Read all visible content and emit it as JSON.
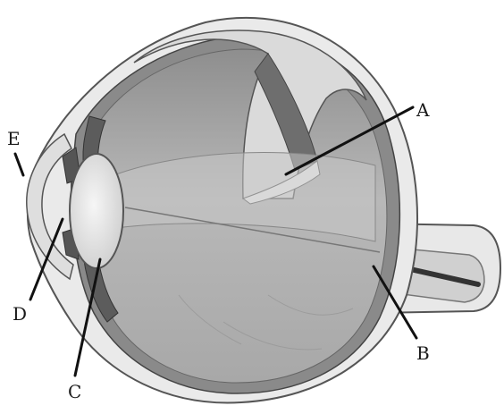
{
  "labels": {
    "A": "A",
    "B": "B",
    "C": "C",
    "D": "D",
    "E": "E"
  },
  "colors": {
    "sclera": "#e6e6e6",
    "outline": "#555555",
    "choroid": "#9a9a9a",
    "interior": "#b4b4b4",
    "dark_tissue": "#6f6f6f",
    "cornea": "#dcdcdc",
    "lens": "#ececec",
    "optic_nerve": "#cfcfcf",
    "leader_line": "#111111"
  }
}
